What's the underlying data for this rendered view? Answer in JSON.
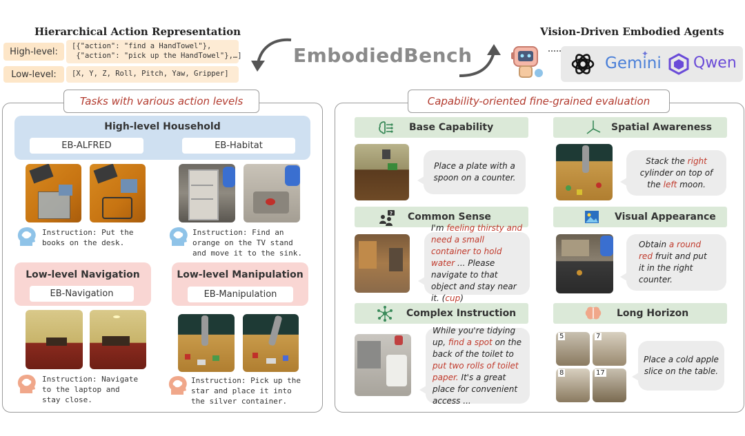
{
  "header": {
    "left_title": "Hierarchical Action Representation",
    "right_title": "Vision-Driven Embodied Agents",
    "brand": "EmbodiedBench",
    "high_level_label": "High-level:",
    "high_level_code_1": "[{\"action\": \"find a HandTowel\"},",
    "high_level_code_2": " {\"action\": \"pick up the HandTowel\"},…]",
    "low_level_label": "Low-level:",
    "low_level_code": "[X, Y, Z, Roll, Pitch, Yaw, Gripper]",
    "models": [
      "Gemini",
      "Qwen"
    ]
  },
  "left_panel": {
    "title": "Tasks with various action levels",
    "high_level": {
      "title": "High-level Household",
      "bench1": "EB-ALFRED",
      "bench2": "EB-Habitat",
      "instr1": "Instruction: Put the\nbooks on the desk.",
      "instr2": "Instruction: Find an\norange on the TV stand\nand move it to the sink."
    },
    "nav": {
      "title": "Low-level Navigation",
      "bench": "EB-Navigation",
      "instr": "Instruction: Navigate\nto the laptop and\nstay close."
    },
    "manip": {
      "title": "Low-level Manipulation",
      "bench": "EB-Manipulation",
      "instr": "Instruction: Pick up the\nstar and place it into\nthe silver container."
    }
  },
  "right_panel": {
    "title": "Capability-oriented fine-grained evaluation",
    "base": {
      "title": "Base Capability",
      "text": "Place a plate with a spoon on a counter."
    },
    "spatial": {
      "title": "Spatial Awareness",
      "t1": "Stack the ",
      "r1": "right",
      "t2": " cylinder on top of the ",
      "r2": "left",
      "t3": " moon."
    },
    "common": {
      "title": "Common Sense",
      "t1": "I'm ",
      "r1": "feeling thirsty and need a small container to hold water",
      "t2": " ... Please navigate to that object and stay near it. (",
      "r2": "cup",
      "t3": ")"
    },
    "visual": {
      "title": "Visual Appearance",
      "t1": "Obtain ",
      "r1": "a round red",
      "t2": " fruit and put it in the right counter."
    },
    "complex": {
      "title": "Complex Instruction",
      "t1": "While you're tidying up, ",
      "r1": "find a spot",
      "t2": " on the back of the toilet to ",
      "r2": "put two rolls of toilet paper.",
      "t3": " It's a great place for convenient access ..."
    },
    "long": {
      "title": "Long Horizon",
      "text": "Place a cold apple slice on the table.",
      "frames": [
        "5",
        "7",
        "8",
        "17"
      ]
    }
  },
  "colors": {
    "accent_red": "#b23a2e",
    "cap_green": "#dbe9d8",
    "high_blue": "#cfe0f1",
    "low_pink": "#f9d6d3"
  }
}
